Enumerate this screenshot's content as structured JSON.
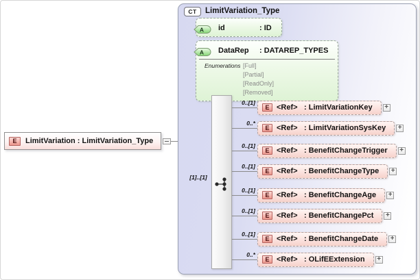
{
  "root_element": {
    "badge": "E",
    "label": "LimitVariation : LimitVariation_Type"
  },
  "complex_type": {
    "badge": "CT",
    "title": "LimitVariation_Type",
    "attributes": [
      {
        "badge": "A",
        "name": "id",
        "type": ": ID"
      },
      {
        "badge": "A",
        "name": "DataRep",
        "type": ": DATAREP_TYPES",
        "enumerations_label": "Enumerations",
        "enumerations": [
          "[Full]",
          "[Partial]",
          "[ReadOnly]",
          "[Removed]"
        ]
      }
    ],
    "sequence": {
      "cardinality": "[1]..[1]"
    },
    "elements": [
      {
        "badge": "E",
        "cardinality": "0..[1]",
        "name": "<Ref>",
        "type": ": LimitVariationKey"
      },
      {
        "badge": "E",
        "cardinality": "0..*",
        "name": "<Ref>",
        "type": ": LimitVariationSysKey"
      },
      {
        "badge": "E",
        "cardinality": "0..[1]",
        "name": "<Ref>",
        "type": ": BenefitChangeTrigger"
      },
      {
        "badge": "E",
        "cardinality": "0..[1]",
        "name": "<Ref>",
        "type": ": BenefitChangeType"
      },
      {
        "badge": "E",
        "cardinality": "0..[1]",
        "name": "<Ref>",
        "type": ": BenefitChangeAge"
      },
      {
        "badge": "E",
        "cardinality": "0..[1]",
        "name": "<Ref>",
        "type": ": BenefitChangePct"
      },
      {
        "badge": "E",
        "cardinality": "0..[1]",
        "name": "<Ref>",
        "type": ": BenefitChangeDate"
      },
      {
        "badge": "E",
        "cardinality": "0..*",
        "name": "<Ref>",
        "type": ": OLifEExtension"
      }
    ]
  },
  "icons": {
    "expand": "+",
    "collapse": "-"
  },
  "colors": {
    "container_lavender": "#d7d9f1",
    "attribute_green": "#def3d5",
    "attribute_badge_green": "#84d674",
    "element_pink": "#f6d2cb",
    "element_badge_pink": "#ea968c",
    "connector_gray": "#8a8a8a"
  }
}
